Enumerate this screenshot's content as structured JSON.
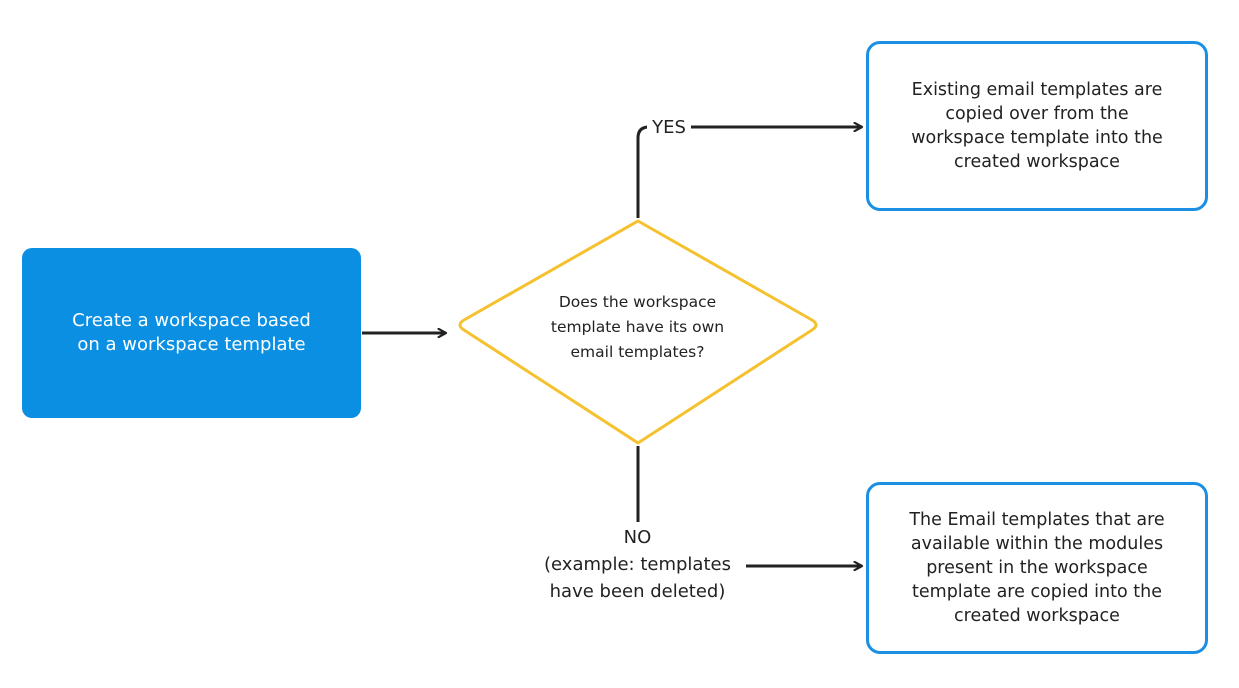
{
  "diagram": {
    "start": {
      "text": "Create a workspace based\non a workspace template"
    },
    "decision": {
      "text": "Does the workspace\ntemplate have its own\nemail templates?"
    },
    "yes_branch": {
      "label": "YES",
      "result": "Existing email templates are\ncopied over from the\nworkspace template into the\ncreated workspace"
    },
    "no_branch": {
      "label": "NO\n(example: templates\nhave been deleted)",
      "result": "The Email templates that are\navailable within the modules\npresent in the workspace\ntemplate are copied into the\ncreated workspace"
    },
    "colors": {
      "start_fill": "#0a8fe3",
      "result_border": "#1a8fe3",
      "decision_border": "#f5c12e",
      "connector": "#222222"
    }
  }
}
